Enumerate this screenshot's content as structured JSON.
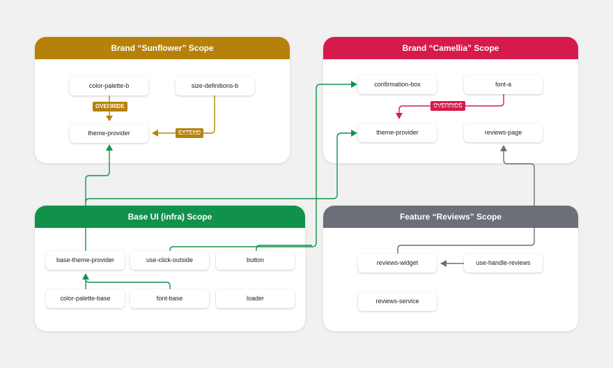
{
  "colors": {
    "sunflower": "#b58109",
    "camellia": "#d61a4b",
    "base": "#11924b",
    "reviews": "#6c6e78",
    "background": "#f1f1f1"
  },
  "scopes": {
    "sunflower": {
      "title": "Brand “Sunflower” Scope",
      "nodes": {
        "color_palette_b": "color-palette-b",
        "size_definitions_b": "size-definitions-b",
        "theme_provider": "theme-provider"
      },
      "override_label": "OVERRIDE",
      "extend_label": "EXTEND"
    },
    "camellia": {
      "title": "Brand “Camellia” Scope",
      "nodes": {
        "confirmation_box": "confirmation-box",
        "font_a": "font-a",
        "theme_provider": "theme-provider",
        "reviews_page": "reviews-page"
      },
      "override_label": "OVERRIDE"
    },
    "base": {
      "title": "Base UI (infra) Scope",
      "nodes": {
        "base_theme_provider": "base-theme-provider",
        "use_click_outside": "use-click-outside",
        "button": "button",
        "color_palette_base": "color-palette-base",
        "font_base": "font-base",
        "loader": "loader"
      }
    },
    "reviews": {
      "title": "Feature “Reviews” Scope",
      "nodes": {
        "reviews_widget": "reviews-widget",
        "use_handle_reviews": "use-handle-reviews",
        "reviews_service": "reviews-service"
      }
    }
  }
}
